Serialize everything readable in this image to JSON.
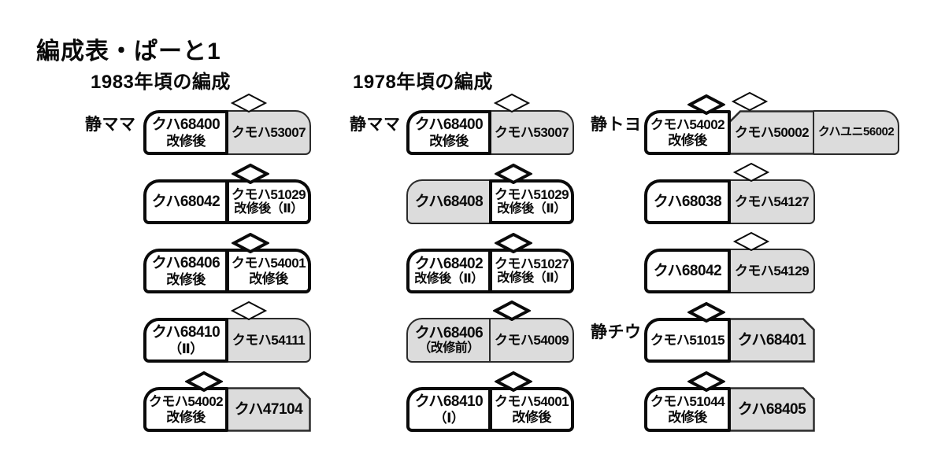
{
  "page": {
    "title": "編成表・ぱーと1"
  },
  "headers": [
    {
      "text": "1983年頃の編成"
    },
    {
      "text": "1978年頃の編成"
    }
  ],
  "colors": {
    "car_fill_white": "#ffffff",
    "car_fill_gray": "#dcdcdc",
    "outline_bold": "#0a0a0a",
    "outline_thin": "#2b2b2b"
  },
  "columns": [
    {
      "rows": [
        {
          "label": "静ママ",
          "cars": [
            {
              "lines": [
                "クハ68400",
                "改修後"
              ],
              "fill": "white",
              "shape": "cab-left",
              "panto": null
            },
            {
              "lines": [
                "クモハ53007"
              ],
              "fill": "gray",
              "shape": "cab-right",
              "panto": "thin"
            }
          ]
        },
        {
          "label": null,
          "cars": [
            {
              "lines": [
                "クハ68042"
              ],
              "fill": "white",
              "shape": "cab-left",
              "panto": null
            },
            {
              "lines": [
                "クモハ51029",
                "改修後（Ⅱ）"
              ],
              "fill": "white",
              "shape": "cab-right",
              "panto": "bold"
            }
          ]
        },
        {
          "label": null,
          "cars": [
            {
              "lines": [
                "クハ68406",
                "改修後"
              ],
              "fill": "white",
              "shape": "cab-left",
              "panto": null
            },
            {
              "lines": [
                "クモハ54001",
                "改修後"
              ],
              "fill": "white",
              "shape": "cab-right",
              "panto": "bold"
            }
          ]
        },
        {
          "label": null,
          "cars": [
            {
              "lines": [
                "クハ68410",
                "（Ⅱ）"
              ],
              "fill": "white",
              "shape": "cab-left",
              "panto": null
            },
            {
              "lines": [
                "クモハ54111"
              ],
              "fill": "gray",
              "shape": "cab-right",
              "panto": "thin"
            }
          ]
        },
        {
          "label": null,
          "cars": [
            {
              "lines": [
                "クモハ54002",
                "改修後"
              ],
              "fill": "white",
              "shape": "cab-left",
              "panto": "bold"
            },
            {
              "lines": [
                "クハ47104"
              ],
              "fill": "gray",
              "shape": "chamfer-right",
              "panto": null
            }
          ]
        }
      ]
    },
    {
      "rows": [
        {
          "label": "静ママ",
          "cars": [
            {
              "lines": [
                "クハ68400",
                "改修後"
              ],
              "fill": "white",
              "shape": "cab-left",
              "panto": null
            },
            {
              "lines": [
                "クモハ53007"
              ],
              "fill": "gray",
              "shape": "cab-right",
              "panto": "thin"
            }
          ]
        },
        {
          "label": null,
          "cars": [
            {
              "lines": [
                "クハ68408"
              ],
              "fill": "gray",
              "shape": "cab-left",
              "panto": null
            },
            {
              "lines": [
                "クモハ51029",
                "改修後（Ⅱ）"
              ],
              "fill": "white",
              "shape": "cab-right",
              "panto": "bold"
            }
          ]
        },
        {
          "label": null,
          "cars": [
            {
              "lines": [
                "クハ68402",
                "改修後（Ⅱ）"
              ],
              "fill": "white",
              "shape": "cab-left",
              "panto": null
            },
            {
              "lines": [
                "クモハ51027",
                "改修後（Ⅱ）"
              ],
              "fill": "white",
              "shape": "cab-right",
              "panto": "bold"
            }
          ]
        },
        {
          "label": null,
          "cars": [
            {
              "lines": [
                "クハ68406",
                "（改修前）"
              ],
              "fill": "gray",
              "shape": "cab-left",
              "panto": null
            },
            {
              "lines": [
                "クモハ54009"
              ],
              "fill": "gray",
              "shape": "cab-right",
              "panto": "bold"
            }
          ]
        },
        {
          "label": null,
          "cars": [
            {
              "lines": [
                "クハ68410",
                "（Ⅰ）"
              ],
              "fill": "white",
              "shape": "cab-left",
              "panto": null
            },
            {
              "lines": [
                "クモハ54001",
                "改修後"
              ],
              "fill": "white",
              "shape": "cab-right",
              "panto": "bold"
            }
          ]
        }
      ]
    },
    {
      "rows": [
        {
          "label": "静トヨ",
          "cars": [
            {
              "lines": [
                "クモハ54002",
                "改修後"
              ],
              "fill": "white",
              "shape": "cab-left",
              "panto": "bold"
            },
            {
              "lines": [
                "クモハ50002"
              ],
              "fill": "gray",
              "shape": "chamfer-left",
              "panto": "thin"
            },
            {
              "lines": [
                "クハユニ56002"
              ],
              "fill": "gray",
              "shape": "cab-right",
              "panto": null
            }
          ]
        },
        {
          "label": null,
          "cars": [
            {
              "lines": [
                "クハ68038"
              ],
              "fill": "white",
              "shape": "cab-left",
              "panto": null
            },
            {
              "lines": [
                "クモハ54127"
              ],
              "fill": "gray",
              "shape": "cab-right",
              "panto": "thin"
            }
          ]
        },
        {
          "label": null,
          "cars": [
            {
              "lines": [
                "クハ68042"
              ],
              "fill": "white",
              "shape": "cab-left",
              "panto": null
            },
            {
              "lines": [
                "クモハ54129"
              ],
              "fill": "gray",
              "shape": "cab-right",
              "panto": "thin"
            }
          ]
        },
        {
          "label": "静チウ",
          "cars": [
            {
              "lines": [
                "クモハ51015"
              ],
              "fill": "white",
              "shape": "cab-left",
              "panto": "bold"
            },
            {
              "lines": [
                "クハ68401"
              ],
              "fill": "gray",
              "shape": "chamfer-right",
              "panto": null
            }
          ]
        },
        {
          "label": null,
          "cars": [
            {
              "lines": [
                "クモハ51044",
                "改修後"
              ],
              "fill": "white",
              "shape": "cab-left",
              "panto": "bold"
            },
            {
              "lines": [
                "クハ68405"
              ],
              "fill": "gray",
              "shape": "chamfer-right",
              "panto": null
            }
          ]
        }
      ]
    }
  ]
}
